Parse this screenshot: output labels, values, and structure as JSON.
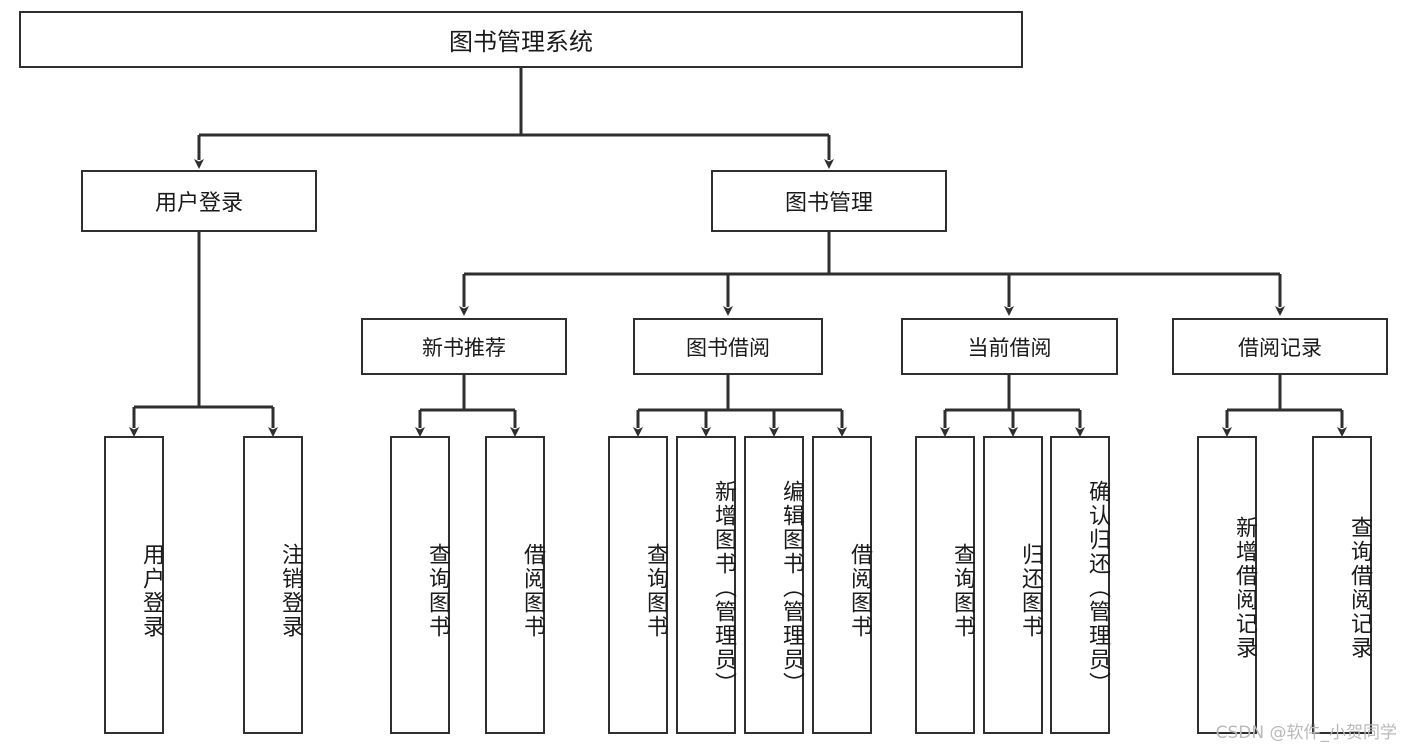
{
  "diagram": {
    "type": "tree",
    "title": "图书管理系统",
    "root": {
      "label": "图书管理系统"
    },
    "level2": [
      {
        "id": "user-login",
        "label": "用户登录"
      },
      {
        "id": "book-management",
        "label": "图书管理"
      }
    ],
    "level3": [
      {
        "id": "new-book-recommend",
        "label": "新书推荐",
        "parent": "book-management"
      },
      {
        "id": "book-borrow",
        "label": "图书借阅",
        "parent": "book-management"
      },
      {
        "id": "current-borrow",
        "label": "当前借阅",
        "parent": "book-management"
      },
      {
        "id": "borrow-record",
        "label": "借阅记录",
        "parent": "book-management"
      }
    ],
    "leaves": {
      "user-login": [
        {
          "id": "leaf-user-login",
          "label": "用户登录"
        },
        {
          "id": "leaf-user-logout",
          "label": "注销登录"
        }
      ],
      "new-book-recommend": [
        {
          "id": "leaf-query-book-1",
          "label": "查询图书"
        },
        {
          "id": "leaf-borrow-book-1",
          "label": "借阅图书"
        }
      ],
      "book-borrow": [
        {
          "id": "leaf-query-book-2",
          "label": "查询图书"
        },
        {
          "id": "leaf-add-book",
          "label": "新增图书（管理员）"
        },
        {
          "id": "leaf-edit-book",
          "label": "编辑图书（管理员）"
        },
        {
          "id": "leaf-borrow-book-2",
          "label": "借阅图书"
        }
      ],
      "current-borrow": [
        {
          "id": "leaf-query-book-3",
          "label": "查询图书"
        },
        {
          "id": "leaf-return-book",
          "label": "归还图书"
        },
        {
          "id": "leaf-confirm-return",
          "label": "确认归还（管理员）"
        }
      ],
      "borrow-record": [
        {
          "id": "leaf-add-record",
          "label": "新增借阅记录"
        },
        {
          "id": "leaf-query-record",
          "label": "查询借阅记录"
        }
      ]
    },
    "colors": {
      "stroke": "#2f2f2f",
      "fill": "#ffffff",
      "text": "#1a1a1a",
      "watermark": "#b9b9b9"
    }
  },
  "watermark": {
    "text": "CSDN @软件_小贺同学"
  }
}
